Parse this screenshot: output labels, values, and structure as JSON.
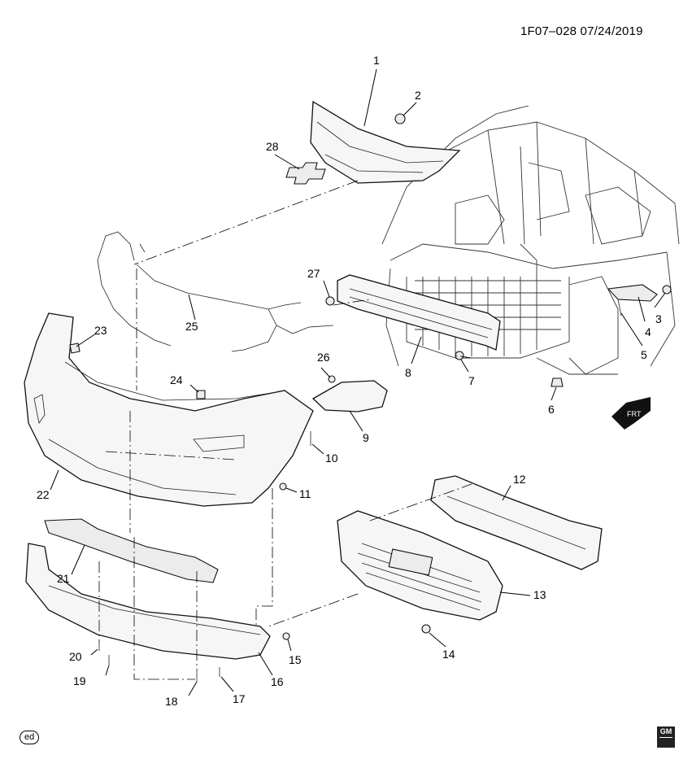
{
  "header": {
    "diagram_id": "1F07–028",
    "date": "07/24/2019"
  },
  "callouts": [
    "1",
    "2",
    "3",
    "4",
    "5",
    "6",
    "7",
    "8",
    "9",
    "10",
    "11",
    "12",
    "13",
    "14",
    "15",
    "16",
    "17",
    "18",
    "19",
    "20",
    "21",
    "22",
    "23",
    "24",
    "25",
    "26",
    "27",
    "28"
  ],
  "frt_label": "FRT",
  "footer": {
    "left_mark": "ed",
    "logo_text": "GM"
  }
}
